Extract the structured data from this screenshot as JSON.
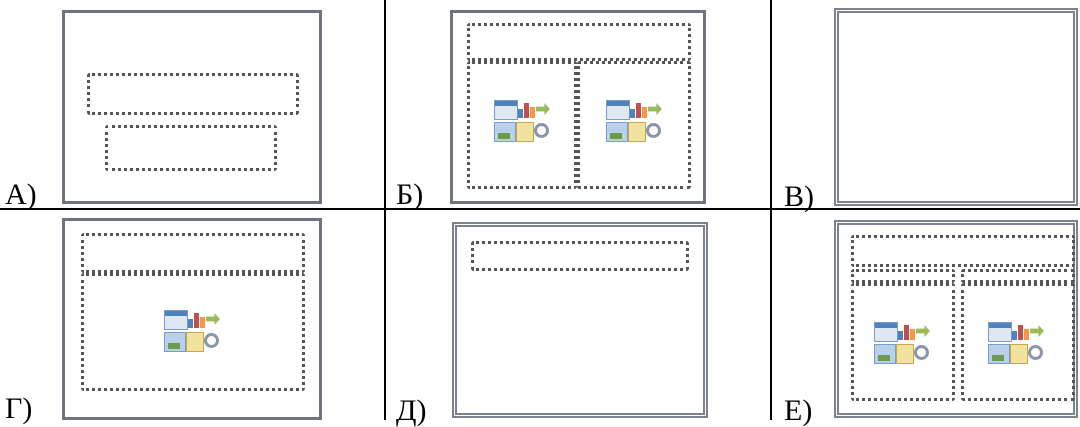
{
  "options": [
    {
      "label": "А)"
    },
    {
      "label": "Б)"
    },
    {
      "label": "В)"
    },
    {
      "label": "Г)"
    },
    {
      "label": "Д)"
    },
    {
      "label": "Е)"
    }
  ],
  "colors": {
    "slide_border": "#6e7380",
    "placeholder_border": "#555555",
    "grid_line": "#000000"
  },
  "icons": [
    "table-icon",
    "chart-icon",
    "smartart-icon",
    "picture-icon",
    "clipart-icon",
    "media-icon"
  ]
}
